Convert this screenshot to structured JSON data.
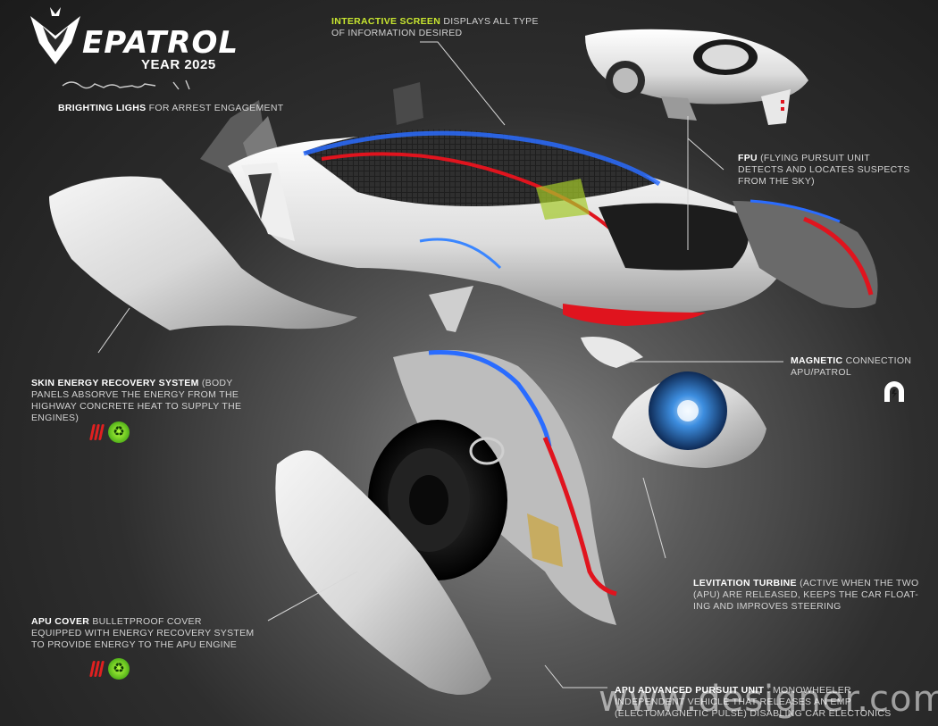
{
  "brand": {
    "logo_word": "EPATROL",
    "year": "YEAR 2025"
  },
  "labels": {
    "interactive_screen": {
      "head": "INTERACTIVE SCREEN",
      "body": "DISPLAYS ALL TYPE OF INFORMATION DESIRED"
    },
    "brighting": {
      "head": "BRIGHTING LIGHS",
      "body": "FOR ARREST ENGAGEMENT"
    },
    "fpu": {
      "head": "FPU",
      "body": "(FLYING PURSUIT UNIT DETECTS AND LOCATES SUSPECTS FROM THE SKY)"
    },
    "magnetic": {
      "head": "MAGNETIC",
      "body": "CONNECTION APU/PATROL"
    },
    "skin": {
      "head": "SKIN  ENERGY RECOVERY SYSTEM",
      "body": "(BODY PANELS ABSORVE THE ENERGY FROM THE HIGHWAY CONCRETE HEAT TO SUPPLY THE ENGINES)"
    },
    "levitation": {
      "head": "LEVITATION TURBINE",
      "body": "(ACTIVE WHEN THE TWO (APU) ARE RELEASED, KEEPS THE CAR FLOAT-ING AND IMPROVES STEERING"
    },
    "apu_cover": {
      "head": "APU COVER",
      "body": "BULLETPROOF COVER EQUIPPED WITH ENERGY RECOVERY SYSTEM TO PROVIDE ENERGY TO THE APU ENGINE"
    },
    "apu_unit": {
      "head": "APU ADVANCED PURSUIT UNIT",
      "body": ": MONOWHEELER INDEPENDENT VEHICLE THAT  RELEASES AN EMP (ELECTOMAGNETIC PULSE) DISABLING CAR ELECTONICS"
    }
  },
  "watermark": "www.designer.com",
  "icons": {
    "heat": "heat-waves-icon",
    "recycle": "recycle-icon",
    "magnet": "magnet-icon"
  },
  "colors": {
    "accent_green": "#c8e630",
    "heat_red": "#e02020",
    "light_blue": "#2a6cff",
    "light_red": "#e0141e"
  }
}
